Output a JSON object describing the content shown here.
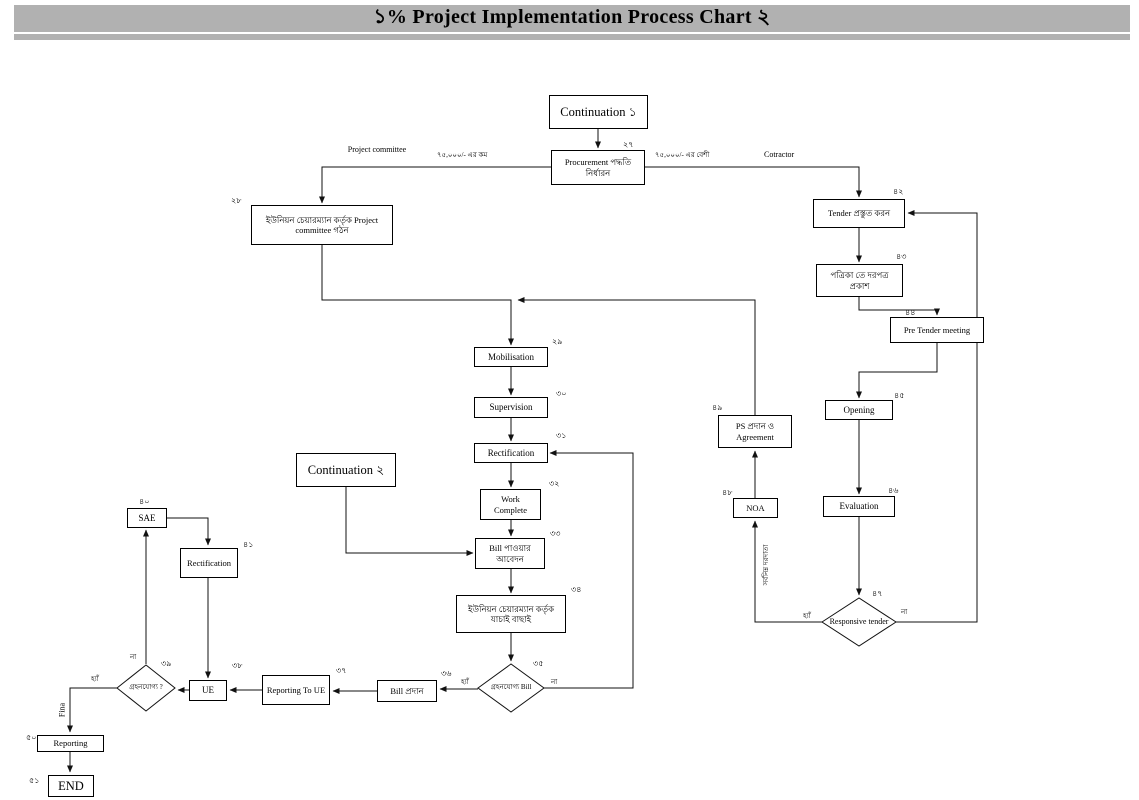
{
  "title": "১% Project Implementation Process Chart ২",
  "colors": {
    "title_bar": "#b1b1b1",
    "line": "#111111",
    "node_bg": "#ffffff",
    "node_border": "#000000"
  },
  "nodes": {
    "continuation1": {
      "label": "Continuation ১"
    },
    "procurement": {
      "label": "Procurement পদ্ধতি নির্ধারন",
      "num": "২৭"
    },
    "committee_formation": {
      "label": "ইউনিয়ন চেয়ারম্যান কর্তৃক Project committee গঠন",
      "num": "২৮"
    },
    "mobilisation": {
      "label": "Mobilisation",
      "num": "২৯"
    },
    "supervision": {
      "label": "Supervision",
      "num": "৩০"
    },
    "rectification": {
      "label": "Rectification",
      "num": "৩১"
    },
    "continuation2": {
      "label": "Continuation ২"
    },
    "work_complete": {
      "label": "Work Complete",
      "num": "৩২"
    },
    "bill_application": {
      "label": "Bill পাওয়ার আবেদন",
      "num": "৩৩"
    },
    "chairman_verification": {
      "label": "ইউনিয়ন চেয়ারম্যান কর্তৃক যাচাই বাছাই",
      "num": "৩৪"
    },
    "acceptable_bill": {
      "label": "গ্রহনযোগ্য Bill",
      "num": "৩৫"
    },
    "bill_payment": {
      "label": "Bill প্রদান",
      "num": "৩৬"
    },
    "reporting_to_ue": {
      "label": "Reporting To UE",
      "num": "৩৭"
    },
    "ue": {
      "label": "UE",
      "num": "৩৮"
    },
    "acceptable": {
      "label": "গ্রহনযোগ্য ?",
      "num": "৩৯"
    },
    "sae": {
      "label": "SAE",
      "num": "৪০"
    },
    "rectification2": {
      "label": "Rectification",
      "num": "৪১"
    },
    "tender_preparation": {
      "label": "Tender প্রস্তুত করন",
      "num": "৪২"
    },
    "newspaper_publication": {
      "label": "পত্রিকা তে দরপত্র প্রকাশ",
      "num": "৪৩"
    },
    "pre_tender_meeting": {
      "label": "Pre Tender meeting",
      "num": "৪৪"
    },
    "opening": {
      "label": "Opening",
      "num": "৪৫"
    },
    "evaluation": {
      "label": "Evaluation",
      "num": "৪৬"
    },
    "responsive_tender": {
      "label": "Responsive tender",
      "num": "৪৭"
    },
    "noa": {
      "label": "NOA",
      "num": "৪৮"
    },
    "ps_agreement": {
      "label": "PS প্রদান ও Agreement",
      "num": "৪৯"
    },
    "reporting_final": {
      "label": "Reporting",
      "num": "৫০"
    },
    "end": {
      "label": "END",
      "num": "৫১"
    }
  },
  "edge_labels": {
    "project_committee": "Project committee",
    "amount_less": "৭৫,০০০/- এর কম",
    "amount_more": "৭৫,০০০/- এর বেশী",
    "contractor": "Cotractor",
    "yes": "হ্যাঁ",
    "no": "না",
    "lowest_bidder_note": "সর্বনিম্ন দরদাতা",
    "final_note": "Fina"
  }
}
